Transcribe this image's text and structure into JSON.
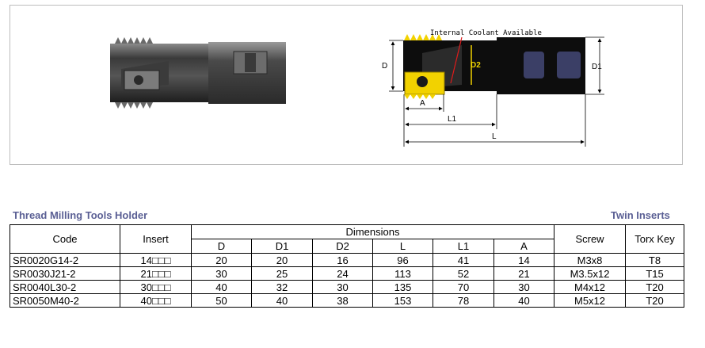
{
  "figure": {
    "coolant_label": "Internal Coolant Available",
    "dim_D": "D",
    "dim_D1": "D1",
    "dim_D2": "D2",
    "dim_A": "A",
    "dim_L1": "L1",
    "dim_L": "L",
    "colors": {
      "insert_yellow": "#f2d200",
      "shank_black": "#0d0d0d",
      "title_blue": "#5a5f94"
    }
  },
  "titles": {
    "left": "Thread Milling Tools Holder",
    "right": "Twin Inserts"
  },
  "table": {
    "headers": {
      "code": "Code",
      "insert": "Insert",
      "dimensions": "Dimensions",
      "screw": "Screw",
      "torx": "Torx Key",
      "sub": [
        "D",
        "D1",
        "D2",
        "L",
        "L1",
        "A"
      ]
    },
    "rows": [
      {
        "code": "SR0020G14-2",
        "insert": "14□□□",
        "d": "20",
        "d1": "20",
        "d2": "16",
        "l": "96",
        "l1": "41",
        "a": "14",
        "screw": "M3x8",
        "torx": "T8"
      },
      {
        "code": "SR0030J21-2",
        "insert": "21□□□",
        "d": "30",
        "d1": "25",
        "d2": "24",
        "l": "113",
        "l1": "52",
        "a": "21",
        "screw": "M3.5x12",
        "torx": "T15"
      },
      {
        "code": "SR0040L30-2",
        "insert": "30□□□",
        "d": "40",
        "d1": "32",
        "d2": "30",
        "l": "135",
        "l1": "70",
        "a": "30",
        "screw": "M4x12",
        "torx": "T20"
      },
      {
        "code": "SR0050M40-2",
        "insert": "40□□□",
        "d": "50",
        "d1": "40",
        "d2": "38",
        "l": "153",
        "l1": "78",
        "a": "40",
        "screw": "M5x12",
        "torx": "T20"
      }
    ]
  }
}
